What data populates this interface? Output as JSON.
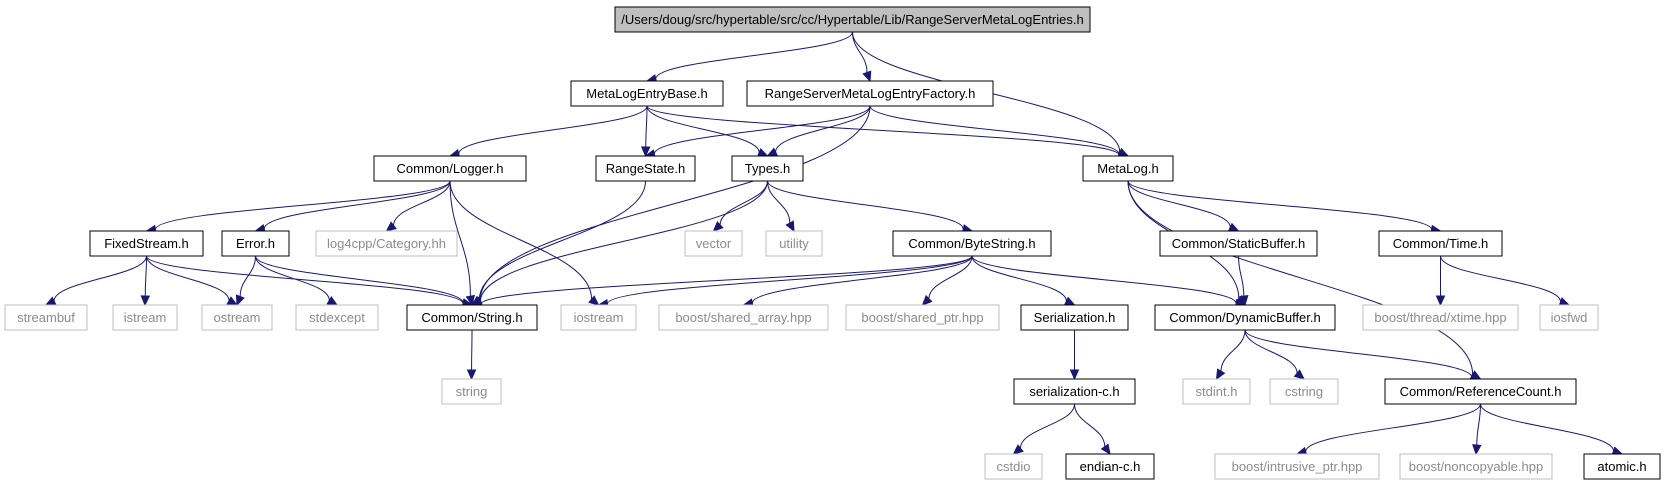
{
  "colors": {
    "edge": "#191970",
    "root_fill": "#bfbfbf",
    "local_border": "#000000",
    "external_border": "#bfbfbf",
    "external_text": "#8c8c8c"
  },
  "nodes": [
    {
      "id": "root",
      "label": "/Users/doug/src/hypertable/src/cc/Hypertable/Lib/RangeServerMetaLogEntries.h",
      "kind": "root"
    },
    {
      "id": "metalogentrybase",
      "label": "MetaLogEntryBase.h",
      "kind": "local"
    },
    {
      "id": "rsmlefactory",
      "label": "RangeServerMetaLogEntryFactory.h",
      "kind": "local"
    },
    {
      "id": "logger",
      "label": "Common/Logger.h",
      "kind": "local"
    },
    {
      "id": "rangestate",
      "label": "RangeState.h",
      "kind": "local"
    },
    {
      "id": "types",
      "label": "Types.h",
      "kind": "local"
    },
    {
      "id": "metalog",
      "label": "MetaLog.h",
      "kind": "local"
    },
    {
      "id": "fixedstream",
      "label": "FixedStream.h",
      "kind": "local"
    },
    {
      "id": "error",
      "label": "Error.h",
      "kind": "local"
    },
    {
      "id": "category",
      "label": "log4cpp/Category.hh",
      "kind": "external"
    },
    {
      "id": "vector",
      "label": "vector",
      "kind": "external"
    },
    {
      "id": "utility",
      "label": "utility",
      "kind": "external"
    },
    {
      "id": "bytestring",
      "label": "Common/ByteString.h",
      "kind": "local"
    },
    {
      "id": "staticbuffer",
      "label": "Common/StaticBuffer.h",
      "kind": "local"
    },
    {
      "id": "time",
      "label": "Common/Time.h",
      "kind": "local"
    },
    {
      "id": "streambuf",
      "label": "streambuf",
      "kind": "external"
    },
    {
      "id": "istream",
      "label": "istream",
      "kind": "external"
    },
    {
      "id": "ostream",
      "label": "ostream",
      "kind": "external"
    },
    {
      "id": "stdexcept",
      "label": "stdexcept",
      "kind": "external"
    },
    {
      "id": "string_h",
      "label": "Common/String.h",
      "kind": "local"
    },
    {
      "id": "iostream",
      "label": "iostream",
      "kind": "external"
    },
    {
      "id": "shared_array",
      "label": "boost/shared_array.hpp",
      "kind": "external"
    },
    {
      "id": "shared_ptr",
      "label": "boost/shared_ptr.hpp",
      "kind": "external"
    },
    {
      "id": "serialization",
      "label": "Serialization.h",
      "kind": "local"
    },
    {
      "id": "dynamicbuffer",
      "label": "Common/DynamicBuffer.h",
      "kind": "local"
    },
    {
      "id": "xtime",
      "label": "boost/thread/xtime.hpp",
      "kind": "external"
    },
    {
      "id": "iosfwd",
      "label": "iosfwd",
      "kind": "external"
    },
    {
      "id": "string",
      "label": "string",
      "kind": "external"
    },
    {
      "id": "serialization_c",
      "label": "serialization-c.h",
      "kind": "local"
    },
    {
      "id": "stdint",
      "label": "stdint.h",
      "kind": "external"
    },
    {
      "id": "cstring",
      "label": "cstring",
      "kind": "external"
    },
    {
      "id": "refcount",
      "label": "Common/ReferenceCount.h",
      "kind": "local"
    },
    {
      "id": "cstdio",
      "label": "cstdio",
      "kind": "external"
    },
    {
      "id": "endian_c",
      "label": "endian-c.h",
      "kind": "local"
    },
    {
      "id": "intrusive_ptr",
      "label": "boost/intrusive_ptr.hpp",
      "kind": "external"
    },
    {
      "id": "noncopyable",
      "label": "boost/noncopyable.hpp",
      "kind": "external"
    },
    {
      "id": "atomic",
      "label": "atomic.h",
      "kind": "local"
    }
  ],
  "edges": [
    [
      "root",
      "metalogentrybase"
    ],
    [
      "root",
      "rsmlefactory"
    ],
    [
      "root",
      "metalog"
    ],
    [
      "metalogentrybase",
      "logger"
    ],
    [
      "metalogentrybase",
      "rangestate"
    ],
    [
      "metalogentrybase",
      "types"
    ],
    [
      "metalogentrybase",
      "metalog"
    ],
    [
      "rsmlefactory",
      "rangestate"
    ],
    [
      "rsmlefactory",
      "types"
    ],
    [
      "rsmlefactory",
      "metalog"
    ],
    [
      "rsmlefactory",
      "string_h"
    ],
    [
      "logger",
      "fixedstream"
    ],
    [
      "logger",
      "error"
    ],
    [
      "logger",
      "category"
    ],
    [
      "logger",
      "string_h"
    ],
    [
      "logger",
      "iostream"
    ],
    [
      "rangestate",
      "string_h"
    ],
    [
      "types",
      "vector"
    ],
    [
      "types",
      "utility"
    ],
    [
      "types",
      "bytestring"
    ],
    [
      "types",
      "string_h"
    ],
    [
      "metalog",
      "staticbuffer"
    ],
    [
      "metalog",
      "time"
    ],
    [
      "metalog",
      "dynamicbuffer"
    ],
    [
      "metalog",
      "refcount"
    ],
    [
      "fixedstream",
      "streambuf"
    ],
    [
      "fixedstream",
      "istream"
    ],
    [
      "fixedstream",
      "ostream"
    ],
    [
      "fixedstream",
      "string_h"
    ],
    [
      "error",
      "ostream"
    ],
    [
      "error",
      "stdexcept"
    ],
    [
      "error",
      "string_h"
    ],
    [
      "bytestring",
      "string_h"
    ],
    [
      "bytestring",
      "iostream"
    ],
    [
      "bytestring",
      "shared_array"
    ],
    [
      "bytestring",
      "shared_ptr"
    ],
    [
      "bytestring",
      "serialization"
    ],
    [
      "bytestring",
      "dynamicbuffer"
    ],
    [
      "staticbuffer",
      "dynamicbuffer"
    ],
    [
      "time",
      "xtime"
    ],
    [
      "time",
      "iosfwd"
    ],
    [
      "string_h",
      "string"
    ],
    [
      "serialization",
      "serialization_c"
    ],
    [
      "serialization_c",
      "cstdio"
    ],
    [
      "serialization_c",
      "endian_c"
    ],
    [
      "dynamicbuffer",
      "stdint"
    ],
    [
      "dynamicbuffer",
      "cstring"
    ],
    [
      "dynamicbuffer",
      "refcount"
    ],
    [
      "refcount",
      "intrusive_ptr"
    ],
    [
      "refcount",
      "noncopyable"
    ],
    [
      "refcount",
      "atomic"
    ]
  ]
}
